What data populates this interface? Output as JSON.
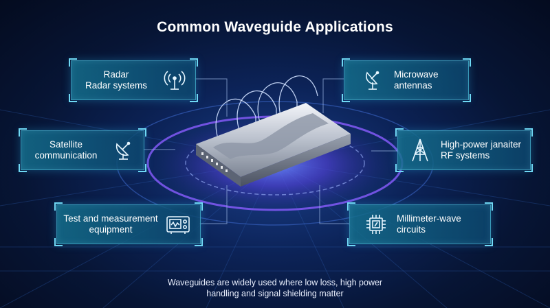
{
  "title": "Common Waveguide Applications",
  "applications": {
    "radar": {
      "line1": "Radar",
      "line2": "Radar systems",
      "icon": "radar-antenna-icon"
    },
    "satellite": {
      "line1": "Satellite",
      "line2": "communication",
      "icon": "satellite-dish-icon"
    },
    "test": {
      "line1": "Test and measurement",
      "line2": "equipment",
      "icon": "test-instrument-icon"
    },
    "microwave": {
      "line1": "Microwave",
      "line2": "antennas",
      "icon": "microwave-dish-icon"
    },
    "highpower": {
      "line1": "High-power јanaiter",
      "line2": "RF systems",
      "icon": "transmitter-tower-icon"
    },
    "mmwave": {
      "line1": "Millimeter-wave",
      "line2": "circuits",
      "icon": "chip-icon"
    }
  },
  "caption": {
    "line1": "Waveguides are widely used where low loss, high power",
    "line2": "handling and signal shielding matter"
  },
  "colors": {
    "accent": "#6fd9f5",
    "card": "#14708c",
    "glow": "#7a4dff",
    "background": "#0c2358"
  }
}
